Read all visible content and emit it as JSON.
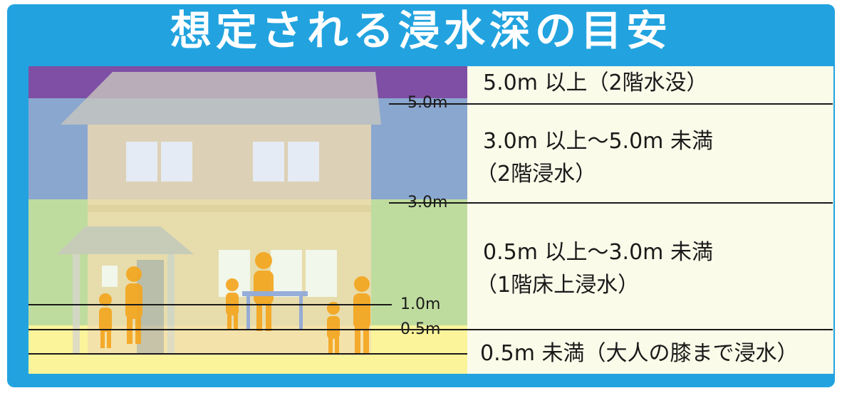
{
  "title": "想定される浸水深の目安",
  "markers": {
    "m50": "5.0m",
    "m30": "3.0m",
    "m10": "1.0m",
    "m05": "0.5m"
  },
  "levels": [
    {
      "line1": "5.0m 以上（2階水没）",
      "line2": ""
    },
    {
      "line1": "3.0m 以上～5.0m 未満",
      "line2": "（2階浸水）"
    },
    {
      "line1": "0.5m 以上～3.0m 未満",
      "line2": "（1階床上浸水）"
    },
    {
      "line1": "0.5m 未満（大人の膝まで浸水）",
      "line2": ""
    }
  ],
  "colors": {
    "frame": "#22a3df",
    "purple": "#7e4fa4",
    "blue": "#8aa7cf",
    "green": "#bfdc9f",
    "yellow": "#fbf49a",
    "house_wall": "#f3ddb0",
    "people": "#f4a620"
  },
  "illustration": {
    "house": "two-story-house-icon",
    "people": "family-silhouettes-icon"
  }
}
